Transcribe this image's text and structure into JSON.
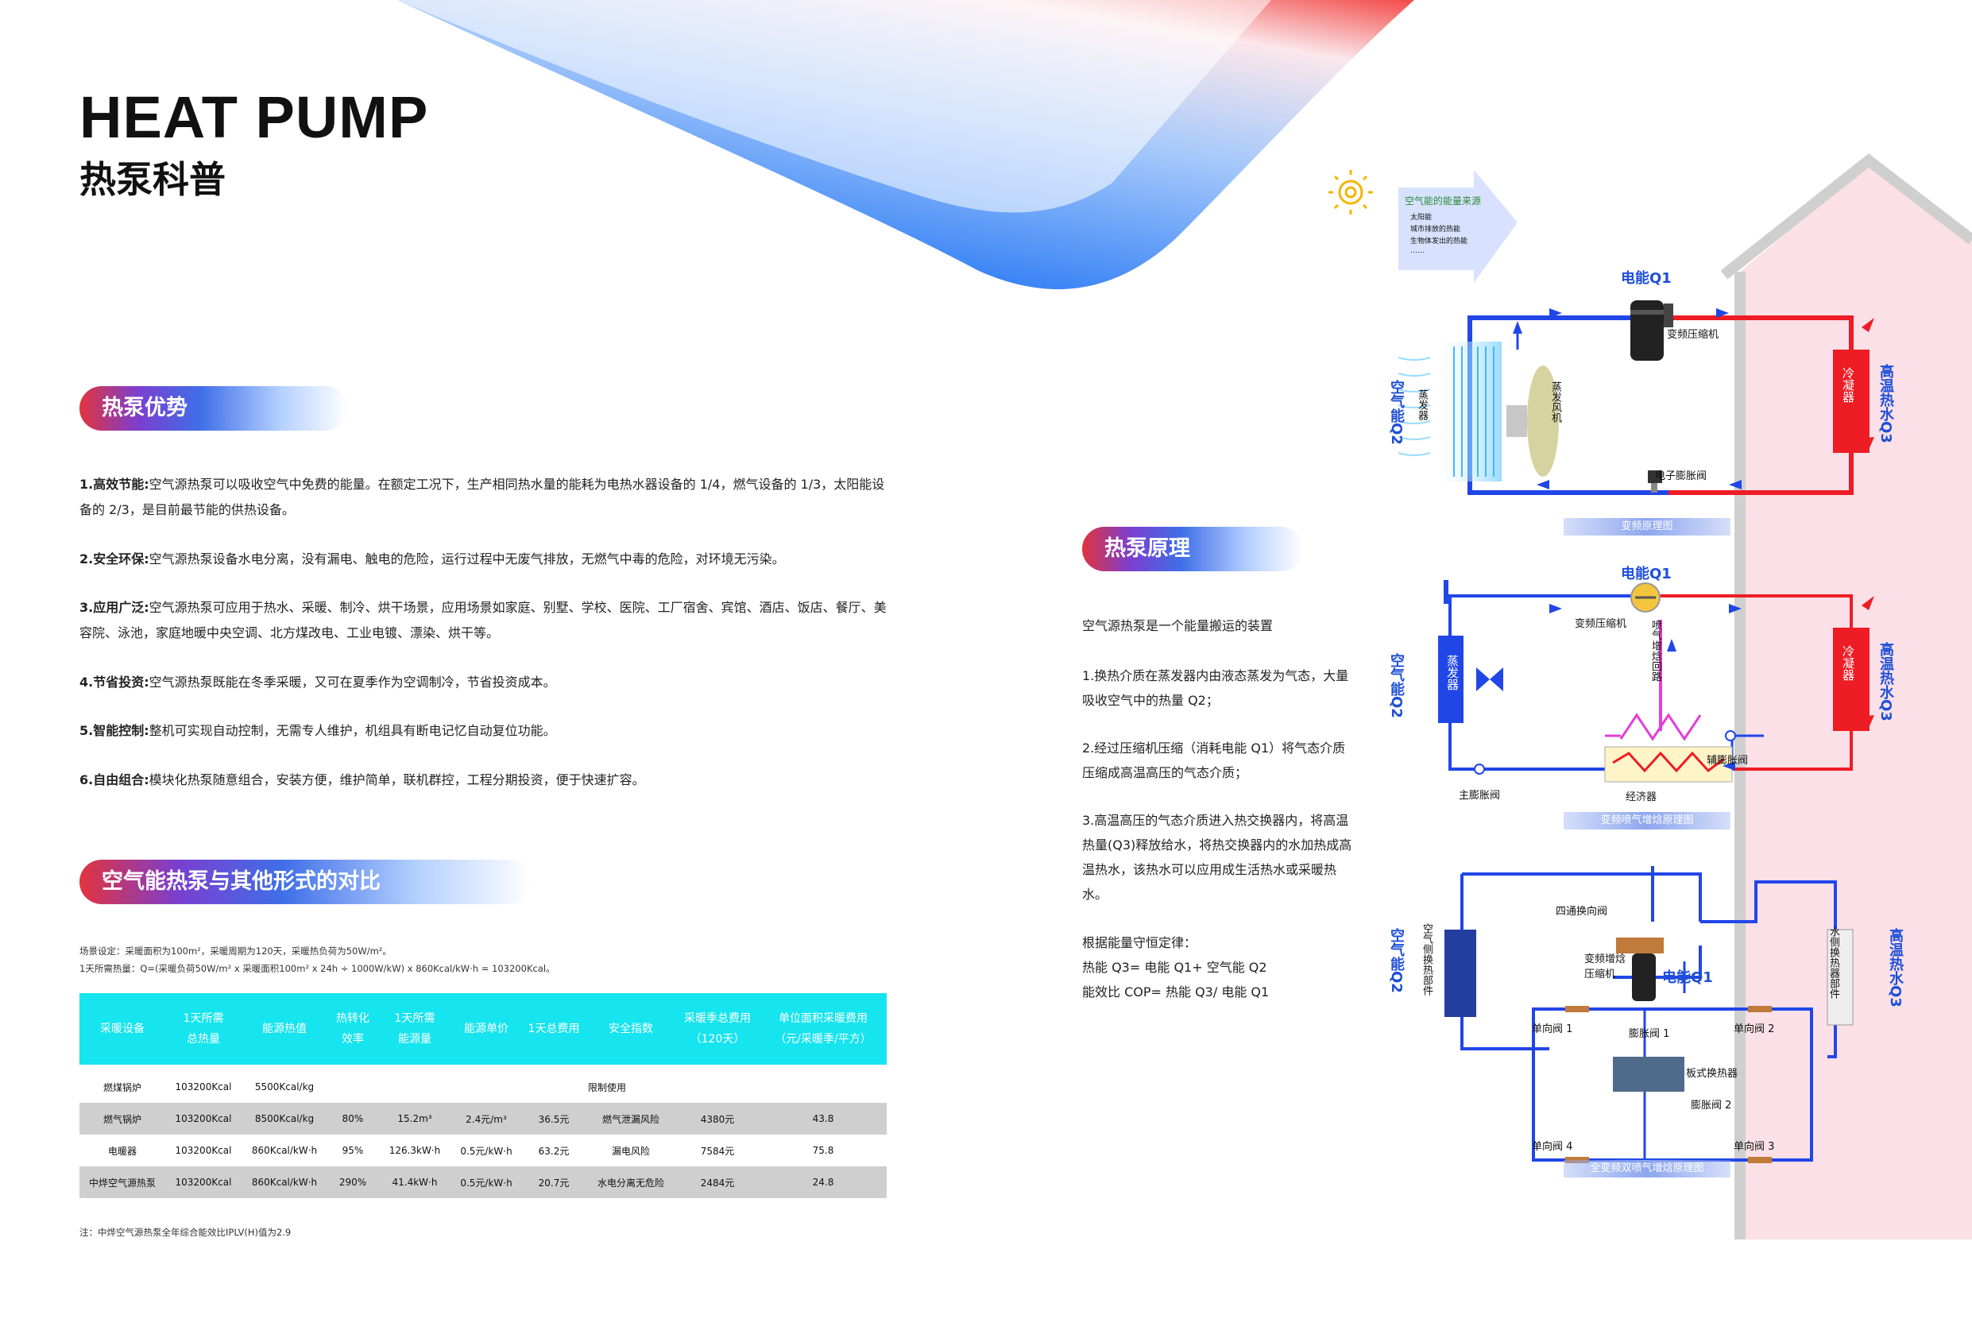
{
  "header": {
    "title_en": "HEAT PUMP",
    "title_cn": "热泵科普"
  },
  "advantages": {
    "heading": "热泵优势",
    "items": [
      {
        "title": "1.高效节能:",
        "text": "空气源热泵可以吸收空气中免费的能量。在额定工况下，生产相同热水量的能耗为电热水器设备的  1/4，燃气设备的  1/3，太阳能设备的 2/3，是目前最节能的供热设备。"
      },
      {
        "title": "2.安全环保:",
        "text": "空气源热泵设备水电分离，没有漏电、触电的危险，运行过程中无废气排放，无燃气中毒的危险，对环境无污染。"
      },
      {
        "title": "3.应用广泛:",
        "text": "空气源热泵可应用于热水、采暖、制冷、烘干场景，应用场景如家庭、别墅、学校、医院、工厂宿舍、宾馆、酒店、饭店、餐厅、美容院、泳池，家庭地暖中央空调、北方煤改电、工业电镀、漂染、烘干等。"
      },
      {
        "title": "4.节省投资:",
        "text": "空气源热泵既能在冬季采暖，又可在夏季作为空调制冷，节省投资成本。"
      },
      {
        "title": "5.智能控制:",
        "text": "整机可实现自动控制，无需专人维护，机组具有断电记忆自动复位功能。"
      },
      {
        "title": "6.自由组合:",
        "text": "模块化热泵随意组合，安装方便，维护简单，联机群控，工程分期投资，便于快速扩容。"
      }
    ]
  },
  "comparison": {
    "heading": "空气能热泵与其他形式的对比",
    "scenario_line1": "场景设定：采暖面积为100m²，采暖周期为120天，采暖热负荷为50W/m²。",
    "scenario_line2": "1天所需热量：Q=(采暖负荷50W/m² x 采暖面积100m² x 24h ÷ 1000W/kW) x 860Kcal/kW·h = 103200Kcal。",
    "columns": [
      "采暖设备",
      "1天所需\n总热量",
      "能源热值",
      "热转化\n效率",
      "1天所需\n能源量",
      "能源单价",
      "1天总费用",
      "安全指数",
      "采暖季总费用\n（120天）",
      "单位面积采暖费用\n（元/采暖季/平方）"
    ],
    "rows": [
      {
        "device": "燃煤锅炉",
        "heat": "103200Kcal",
        "value": "5500Kcal/kg",
        "limited": "限制使用"
      },
      {
        "device": "燃气锅炉",
        "heat": "103200Kcal",
        "value": "8500Kcal/kg",
        "eff": "80%",
        "amount": "15.2m³",
        "price": "2.4元/m³",
        "daily": "36.5元",
        "safety": "燃气泄漏风险",
        "season": "4380元",
        "unit": "43.8"
      },
      {
        "device": "电暖器",
        "heat": "103200Kcal",
        "value": "860Kcal/kW·h",
        "eff": "95%",
        "amount": "126.3kW·h",
        "price": "0.5元/kW·h",
        "daily": "63.2元",
        "safety": "漏电风险",
        "season": "7584元",
        "unit": "75.8"
      },
      {
        "device": "中烨空气源热泵",
        "heat": "103200Kcal",
        "value": "860Kcal/kW·h",
        "eff": "290%",
        "amount": "41.4kW·h",
        "price": "0.5元/kW·h",
        "daily": "20.7元",
        "safety": "水电分离无危险",
        "season": "2484元",
        "unit": "24.8"
      }
    ],
    "footnote": "注：中烨空气源热泵全年综合能效比IPLV(H)值为2.9"
  },
  "principle": {
    "heading": "热泵原理",
    "intro": "空气源热泵是一个能量搬运的装置",
    "p1": "1.换热介质在蒸发器内由液态蒸发为气态，大量吸收空气中的热量 Q2；",
    "p2": "2.经过压缩机压缩（消耗电能 Q1）将气态介质压缩成高温高压的气态介质；",
    "p3": "3.高温高压的气态介质进入热交换器内，将高温热量(Q3)释放给水，将热交换器内的水加热成高温热水，该热水可以应用成生活热水或采暖热水。",
    "law_title": "根据能量守恒定律：",
    "law1": "热能 Q3= 电能 Q1+ 空气能 Q2",
    "law2": "能效比 COP= 热能 Q3/ 电能 Q1"
  },
  "diagram_top": {
    "source_title": "空气能的能量来源",
    "sources": [
      "太阳能",
      "城市排放的热能",
      "生物体发出的热能",
      "……"
    ],
    "q1": "电能Q1",
    "compressor": "变频压缩机",
    "evaporator": "蒸发器",
    "fan": "蒸发风机",
    "q2": "空气能Q2",
    "condenser": "冷凝器",
    "q3": "高温热水Q3",
    "valve": "电子膨胀阀",
    "caption": "变频原理图"
  },
  "diagram_mid": {
    "q1": "电能Q1",
    "compressor": "变频压缩机",
    "injection": "喷气增焓回路",
    "evaporator": "蒸发器",
    "q2": "空气能Q2",
    "condenser": "冷凝器",
    "q3": "高温热水Q3",
    "aux_valve": "辅膨胀阀",
    "main_valve": "主膨胀阀",
    "economizer": "经济器",
    "caption": "变频喷气增焓原理图"
  },
  "diagram_bot": {
    "four_way": "四通换向阀",
    "compressor": "变频增焓压缩机",
    "q1": "电能Q1",
    "q2": "空气能Q2",
    "air_exchanger": "空气侧换热部件",
    "water_exchanger": "水侧换热器部件",
    "q3": "高温热水Q3",
    "cv1": "单向阀 1",
    "cv2": "单向阀 2",
    "cv3": "单向阀 3",
    "cv4": "单向阀 4",
    "ev1": "膨胀阀 1",
    "ev2": "膨胀阀 2",
    "plate": "板式换热器",
    "caption": "全变频双喷气增焓原理图"
  },
  "colors": {
    "accent_red": "#e8242c",
    "accent_blue": "#1e4fd8",
    "cyan": "#16e4ee",
    "house_pink": "#fbe0e7"
  }
}
